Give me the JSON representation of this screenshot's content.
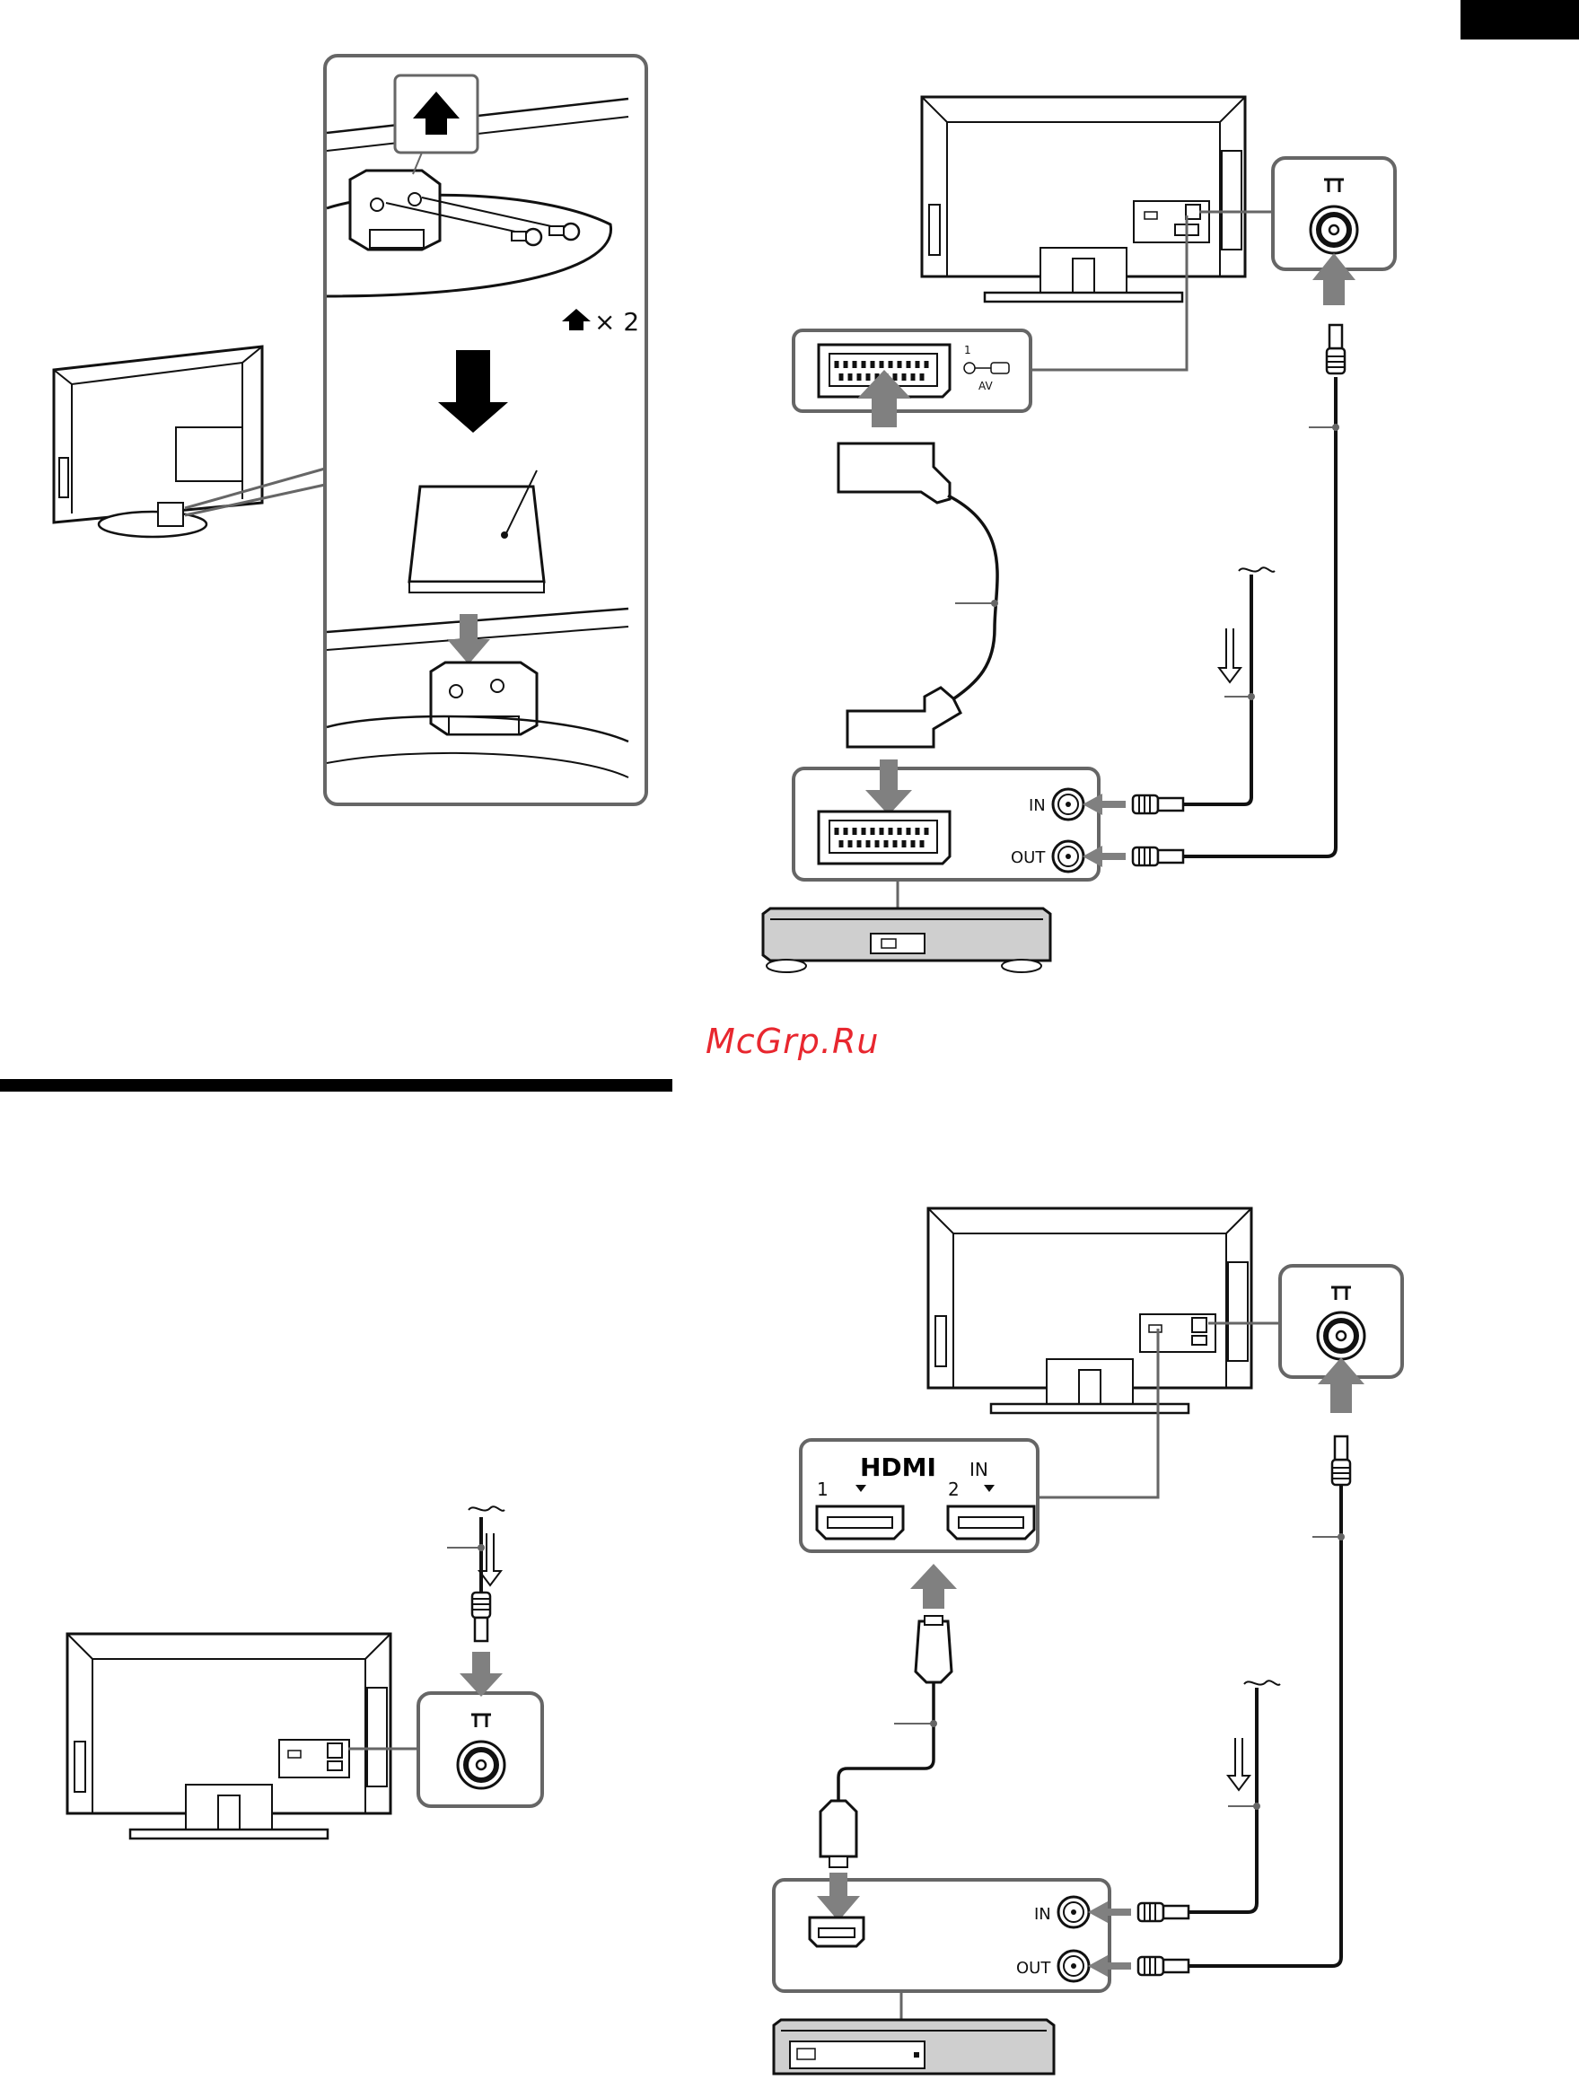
{
  "watermark": "McGrp.Ru",
  "stand_panel": {
    "screw_count_label": "× 2"
  },
  "scart_panel": {
    "scart_port_number": "1",
    "scart_port_label": "AV"
  },
  "recorder_top": {
    "in_label": "IN",
    "out_label": "OUT"
  },
  "hdmi_panel": {
    "title_logo": "HDMI",
    "title_suffix": "IN",
    "port1_label": "1",
    "port2_label": "2"
  },
  "recorder_bottom": {
    "in_label": "IN",
    "out_label": "OUT"
  },
  "colors": {
    "line": "#111111",
    "arrow": "#808080",
    "panel_border": "#666666",
    "device_fill": "#cfcfcf",
    "watermark": "#e8272f",
    "black_bar": "#000000"
  },
  "icons": [
    "up-arrow-icon",
    "down-arrow-icon",
    "antenna-symbol-icon",
    "scart-symbol-icon"
  ]
}
